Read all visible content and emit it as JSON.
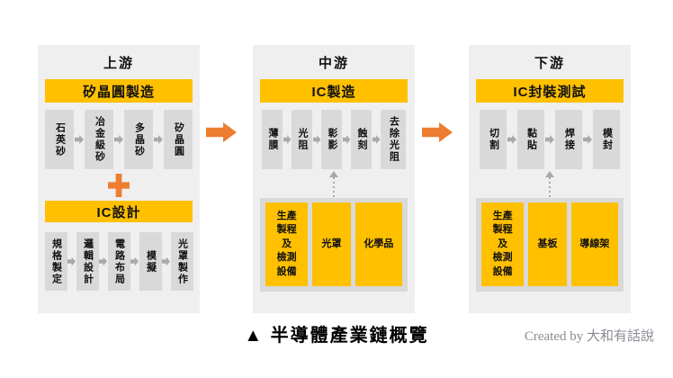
{
  "colors": {
    "yellow": "#FFC000",
    "orange": "#ED7D31",
    "panel": "#EFEFEF",
    "stepbox": "#D9D9D9",
    "arrow": "#A9A9A9",
    "text": "#111111",
    "credit": "#8B8B94"
  },
  "panels": {
    "upstream": {
      "title": "上游",
      "sections": [
        {
          "banner": "矽晶圓製造",
          "steps": [
            "石英砂",
            "冶金級砂",
            "多晶砂",
            "矽晶圓"
          ]
        },
        {
          "banner": "IC設計",
          "steps": [
            "規格製定",
            "邏輯設計",
            "電路布局",
            "模擬",
            "光罩製作"
          ]
        }
      ]
    },
    "midstream": {
      "title": "中游",
      "banner": "IC製造",
      "steps": [
        "薄膜",
        "光阻",
        "彰影",
        "蝕刻",
        "去除光阻"
      ],
      "supplies": [
        "生產\n製程\n及\n檢測\n設備",
        "光罩",
        "化學品"
      ]
    },
    "downstream": {
      "title": "下游",
      "banner": "IC封裝測試",
      "steps": [
        "切割",
        "黏貼",
        "焊接",
        "模封"
      ],
      "supplies": [
        "生產\n製程\n及\n檢測\n設備",
        "基板",
        "導線架"
      ]
    }
  },
  "caption": "▲ 半導體產業鏈概覽",
  "credit": "Created by 大和有話說"
}
